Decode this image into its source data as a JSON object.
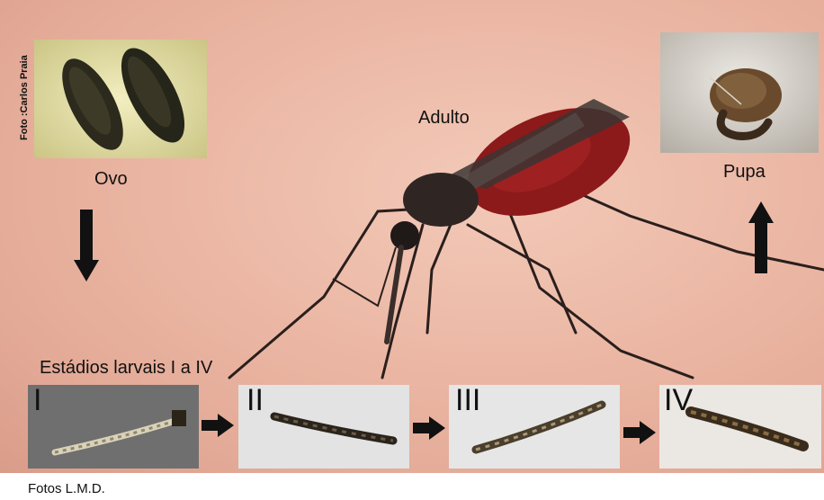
{
  "labels": {
    "adult": "Adulto",
    "egg": "Ovo",
    "pupa": "Pupa",
    "larval_stages": "Estádios larvais I a IV",
    "photo_credit_vertical": "Foto :Carlos Praia",
    "photo_credit_bottom": "Fotos L.M.D."
  },
  "larval_stage_labels": [
    "I",
    "II",
    "III",
    "IV"
  ],
  "arrows": {
    "egg_to_larva": "down-arrow-icon",
    "larva_to_larva": "right-arrow-icon",
    "pupa_to_adult": "up-arrow-icon"
  },
  "colors": {
    "skin": "#ebb7a4",
    "blood": "#8c1a1a",
    "arrow": "#111111"
  }
}
